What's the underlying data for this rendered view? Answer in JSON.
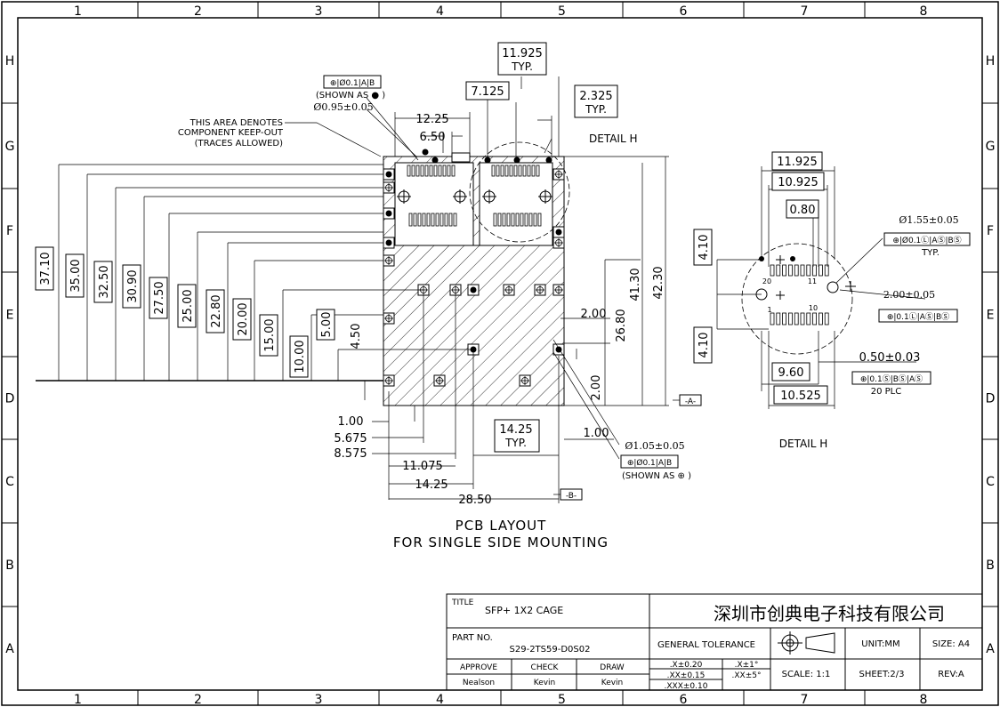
{
  "frame": {
    "columns": [
      "1",
      "2",
      "3",
      "4",
      "5",
      "6",
      "7",
      "8"
    ],
    "rows": [
      "H",
      "G",
      "F",
      "E",
      "D",
      "C",
      "B",
      "A"
    ]
  },
  "main_view": {
    "title_line1": "PCB LAYOUT",
    "title_line2": "FOR SINGLE SIDE MOUNTING",
    "keepout_note": [
      "THIS AREA DENOTES",
      "COMPONENT KEEP-OUT",
      "(TRACES ALLOWED)"
    ],
    "callout_top_frame": "⊕|Ø0.1|A|B",
    "callout_top_shown": "(SHOWN AS ● )",
    "callout_top_dia": "Ø0.95±0.05",
    "callout_bottom_dia": "Ø1.05±0.05",
    "callout_bottom_frame": "⊕|Ø0.1|A|B",
    "callout_bottom_shown": "(SHOWN AS ⊕ )",
    "detail_label": "DETAIL  H",
    "datum_a": "-A-",
    "datum_b": "-B-",
    "dims": {
      "d11925": "11.925",
      "d11925_typ": "TYP.",
      "d7125": "7.125",
      "d2325": "2.325",
      "d2325_typ": "TYP.",
      "d1225": "12.25",
      "d650": "6.50",
      "v3710": "37.10",
      "v3500": "35.00",
      "v3250": "32.50",
      "v3090": "30.90",
      "v2750": "27.50",
      "v2500": "25.00",
      "v2280": "22.80",
      "v2000": "20.00",
      "v1500": "15.00",
      "v1000": "10.00",
      "v500": "5.00",
      "v450": "4.50",
      "v4130": "41.30",
      "v4230": "42.30",
      "v2680": "26.80",
      "h200a": "2.00",
      "v200b": "2.00",
      "h100a": "1.00",
      "h100b": "1.00",
      "h5675": "5.675",
      "h8575": "8.575",
      "h11075": "11.075",
      "h1425": "14.25",
      "h1425b": "14.25",
      "h1425b_typ": "TYP.",
      "h2850": "28.50"
    }
  },
  "detail_h": {
    "title": "DETAIL  H",
    "d11925": "11.925",
    "d10925": "10.925",
    "d080": "0.80",
    "d410a": "4.10",
    "d410b": "4.10",
    "d960": "9.60",
    "d10525": "10.525",
    "d050": "0.50±0.03",
    "dia155": "Ø1.55±0.05",
    "frame155": "⊕|Ø0.1Ⓛ|AⓈ|BⓈ",
    "typ": "TYP.",
    "dia200": "2.00±0.05",
    "frame200": "⊕|0.1Ⓛ|AⓈ|BⓈ",
    "frame050": "⊕|0.1Ⓢ|BⓈ|AⓈ",
    "plc": "20  PLC",
    "pin20": "20",
    "pin11": "11",
    "pin1": "1",
    "pin10": "10"
  },
  "title_block": {
    "title_label": "TITLE",
    "title_value": "SFP+  1X2  CAGE",
    "company": "深圳市创典电子科技有限公司",
    "part_label": "PART  NO.",
    "part_value": "S29-2TS59-D0S02",
    "general_tolerance": "GENERAL  TOLERANCE",
    "unit": "UNIT:MM",
    "size": "SIZE:  A4",
    "approve_label": "APPROVE",
    "check_label": "CHECK",
    "draw_label": "DRAW",
    "approve_value": "Nealson",
    "check_value": "Kevin",
    "draw_value": "Kevin",
    "tol1": ".X±0.20",
    "tol2": ".XX±0.15",
    "tol3": ".XXX±0.10",
    "ang1": ".X±1°",
    "ang2": ".XX±5°",
    "scale": "SCALE:  1:1",
    "sheet": "SHEET:2/3",
    "rev": "REV:A"
  }
}
